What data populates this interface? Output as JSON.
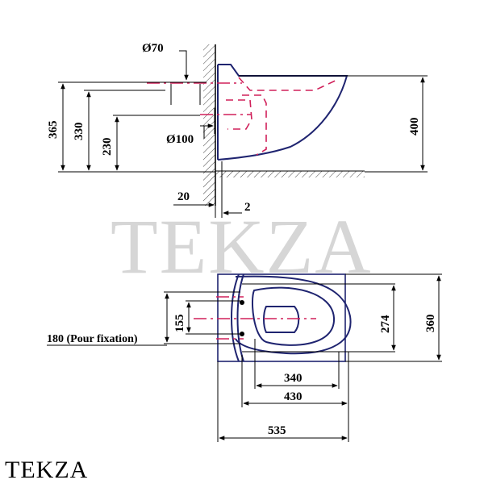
{
  "watermark": "TEKZA",
  "brand_logo_text": "TEKZA",
  "side_view": {
    "dims": {
      "d70": "Ø70",
      "d100": "Ø100",
      "h365": "365",
      "h330": "330",
      "h230": "230",
      "h400": "400",
      "w20": "20",
      "w2": "2"
    }
  },
  "top_view": {
    "dims": {
      "d155": "155",
      "fixation": "180 (Pour fixation)",
      "d274": "274",
      "d360": "360",
      "d340": "340",
      "d430": "430",
      "d535": "535"
    }
  },
  "colors": {
    "outline": "#1f2470",
    "hidden_lines": "#d0205a",
    "dimension_lines": "#000000",
    "watermark": "#c9c9c9"
  }
}
